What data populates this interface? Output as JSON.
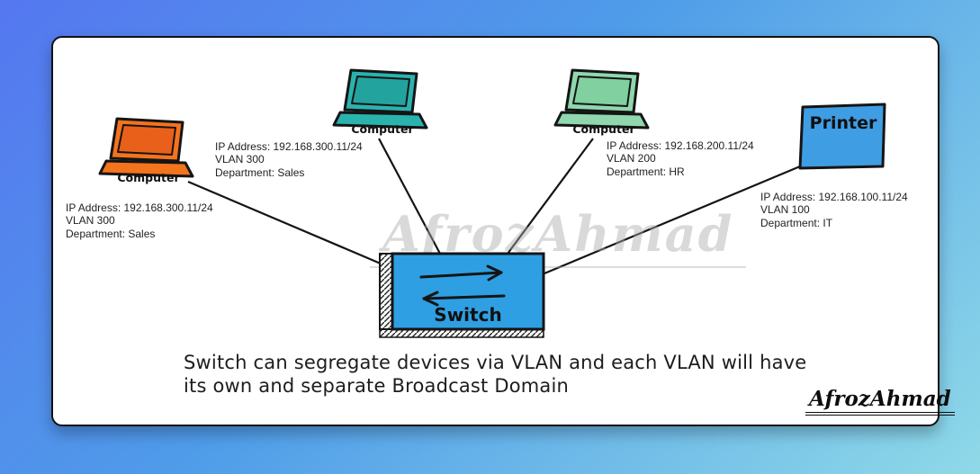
{
  "watermark": "AfrozAhmad",
  "signature": "AfrozAhmad",
  "caption": {
    "line1": "Switch can segregate devices via VLAN and each VLAN will have",
    "line2": "its own and separate Broadcast Domain"
  },
  "switch": {
    "label": "Switch",
    "color": "#2e9fe2"
  },
  "devices": [
    {
      "label": "Computer",
      "color": "#f4731d",
      "screen": "#e8601a",
      "ip": "IP Address: 192.168.300.11/24",
      "vlan": "VLAN 300",
      "dept": "Department: Sales"
    },
    {
      "label": "Computer",
      "color": "#2ab3ae",
      "screen": "#23a39e",
      "ip": "IP Address: 192.168.300.11/24",
      "vlan": "VLAN 300",
      "dept": "Department: Sales"
    },
    {
      "label": "Computer",
      "color": "#90d7ae",
      "screen": "#80d0a0",
      "ip": "IP Address: 192.168.200.11/24",
      "vlan": "VLAN 200",
      "dept": "Department: HR"
    },
    {
      "label": "Printer",
      "color": "#3f9de3",
      "ip": "IP Address: 192.168.100.11/24",
      "vlan": "VLAN 100",
      "dept": "Department: IT"
    }
  ]
}
